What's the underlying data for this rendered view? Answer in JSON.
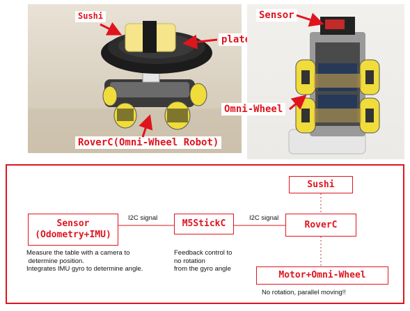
{
  "photos": {
    "left": {
      "labels": {
        "sushi": "Sushi",
        "plate": "plate",
        "robot": "RoverC(Omni-Wheel Robot)"
      }
    },
    "right": {
      "labels": {
        "sensor": "Sensor",
        "omni_wheel": "Omni-Wheel"
      }
    }
  },
  "diagram": {
    "nodes": {
      "sensor": {
        "line1": "Sensor",
        "line2": "(Odometry+IMU)"
      },
      "m5stickc": {
        "label": "M5StickC"
      },
      "roverc": {
        "label": "RoverC"
      },
      "sushi": {
        "label": "Sushi"
      },
      "motor": {
        "label": "Motor+Omni-Wheel"
      }
    },
    "edges": {
      "sensor_to_m5": "I2C signal",
      "m5_to_roverc": "I2C signal"
    },
    "descriptions": {
      "sensor": [
        "Measure the table with a camera to",
        " determine position.",
        "Integrates IMU gyro to determine angle."
      ],
      "m5stickc": [
        "Feedback control to",
        "no rotation",
        "from the gyro angle"
      ],
      "motor": [
        "No rotation, parallel moving!!"
      ]
    }
  },
  "colors": {
    "accent": "#e0141e",
    "text": "#111111"
  }
}
